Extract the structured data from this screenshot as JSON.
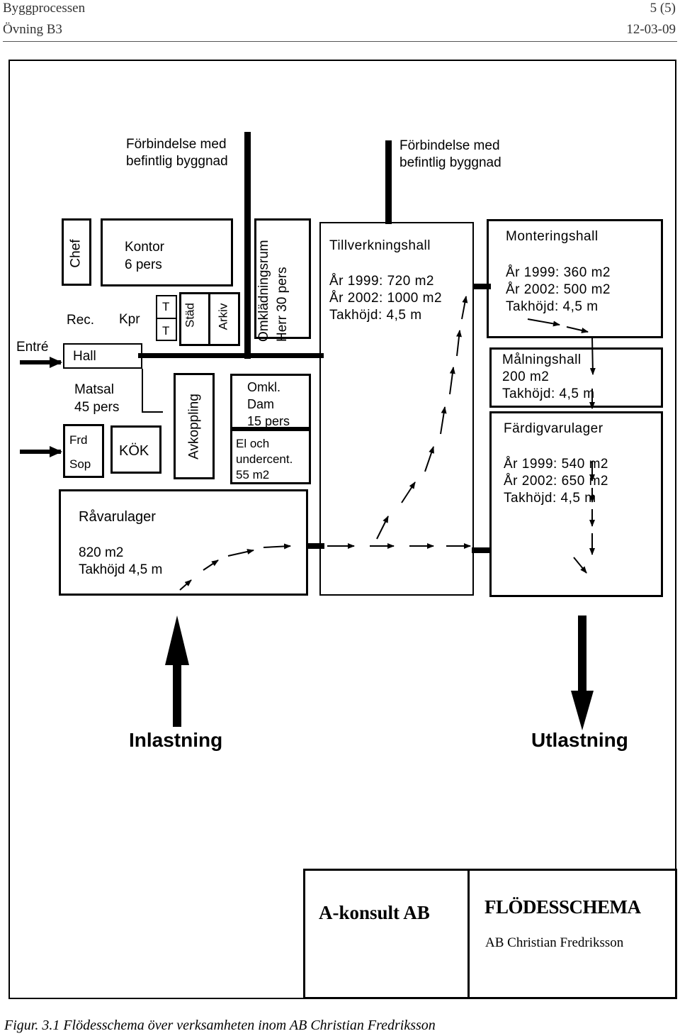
{
  "header": {
    "left_line1": "Byggprocessen",
    "left_line2": "Övning B3",
    "right_line1": "5 (5)",
    "right_line2": "12-03-09"
  },
  "diagram": {
    "connection_left": [
      "Förbindelse med",
      "befintlig byggnad"
    ],
    "connection_right": [
      "Förbindelse med",
      "befintlig byggnad"
    ],
    "entrance": "Entré",
    "rooms": {
      "chef": "Chef",
      "rec": "Rec.",
      "kontor": [
        "Kontor",
        "6 pers"
      ],
      "kpr": "Kpr",
      "t1": "T",
      "t2": "T",
      "stad": "Städ",
      "arkiv": "Arkiv",
      "omkl_herr": [
        "Omklädningsrum",
        "Herr 30 pers"
      ],
      "hall": "Hall",
      "matsal": [
        "Matsal",
        "45 pers"
      ],
      "frd": "Frd",
      "sop": "Sop",
      "kok": "KÖK",
      "avkoppling": "Avkoppling",
      "omkl_dam": [
        "Omkl.",
        "Dam",
        "15 pers"
      ],
      "el": [
        "El och",
        "undercent.",
        "55 m2"
      ],
      "ravarulager": [
        "Råvarulager",
        "820 m2",
        "Takhöjd 4,5 m"
      ],
      "tillverkning": [
        "Tillverkningshall",
        "År 1999: 720 m2",
        "År 2002: 1000 m2",
        "Takhöjd: 4,5 m"
      ],
      "montering": [
        "Monteringshall",
        "År 1999: 360 m2",
        "År 2002: 500 m2",
        "Takhöjd: 4,5 m"
      ],
      "malning": [
        "Målningshall",
        "200 m2",
        "Takhöjd: 4,5 m"
      ],
      "fardigvaru": [
        "Färdigvarulager",
        "År 1999: 540 m2",
        "År 2002: 650 m2",
        "Takhöjd: 4,5 m"
      ]
    },
    "loading_in": "Inlastning",
    "loading_out": "Utlastning"
  },
  "titleblock": {
    "company": "A-konsult AB",
    "title": "FLÖDESSCHEMA",
    "client": "AB Christian Fredriksson"
  },
  "caption": "Figur. 3.1 Flödesschema över verksamheten inom  AB Christian Fredriksson"
}
